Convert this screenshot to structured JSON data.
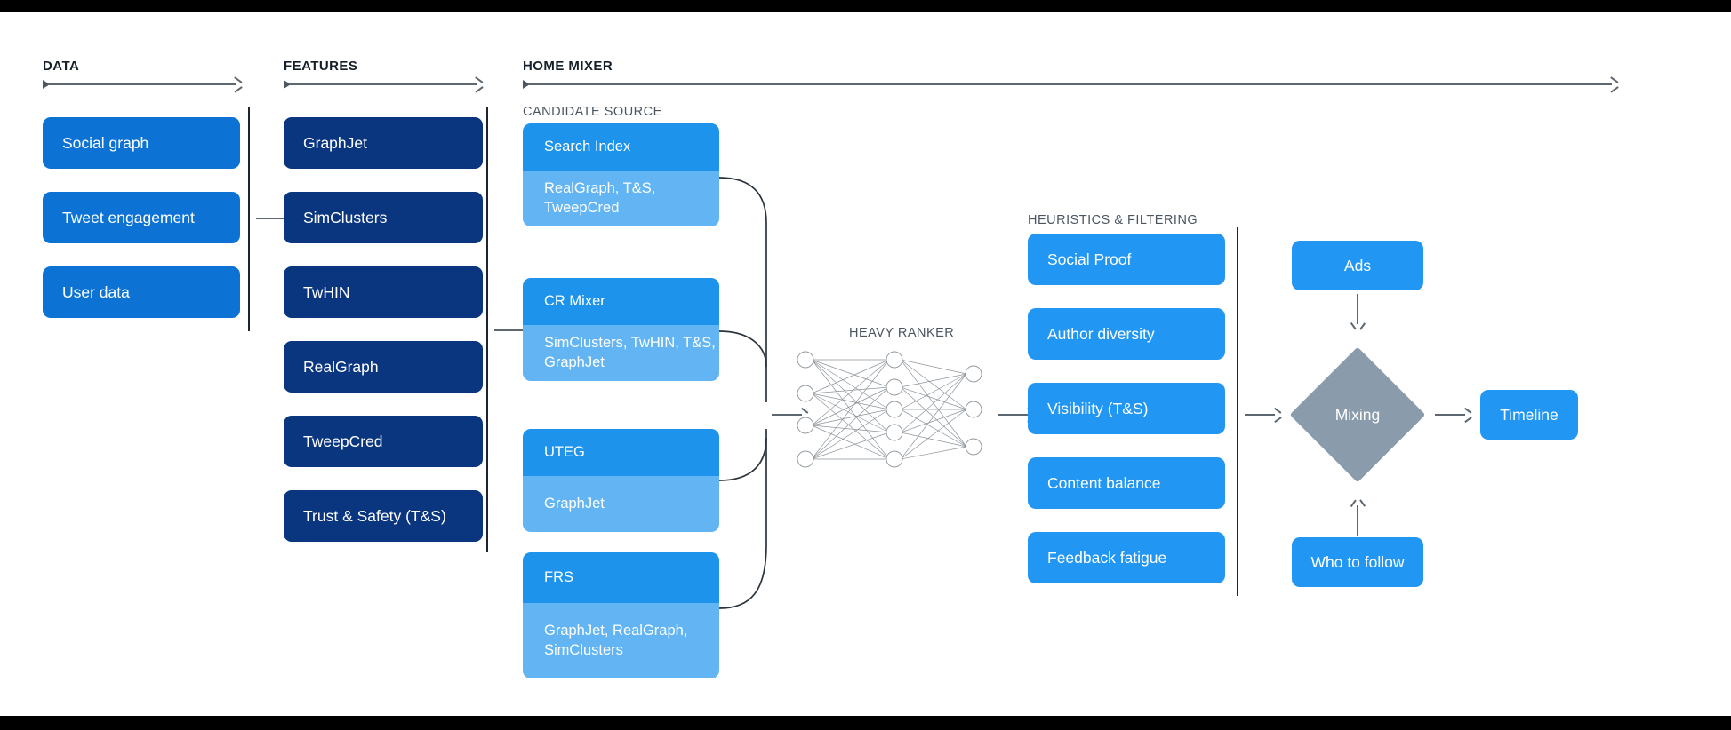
{
  "sections": {
    "data": {
      "title": "DATA"
    },
    "features": {
      "title": "FEATURES"
    },
    "home_mixer": {
      "title": "HOME MIXER"
    },
    "candidate_source": {
      "title": "CANDIDATE SOURCE"
    },
    "heavy_ranker": {
      "title": "HEAVY RANKER"
    },
    "heuristics": {
      "title": "HEURISTICS & FILTERING"
    }
  },
  "data_boxes": [
    {
      "label": "Social graph"
    },
    {
      "label": "Tweet engagement"
    },
    {
      "label": "User data"
    }
  ],
  "feature_boxes": [
    {
      "label": "GraphJet"
    },
    {
      "label": "SimClusters"
    },
    {
      "label": "TwHIN"
    },
    {
      "label": "RealGraph"
    },
    {
      "label": "TweepCred"
    },
    {
      "label": "Trust & Safety (T&S)"
    }
  ],
  "candidate_sources": [
    {
      "title": "Search Index",
      "features": "RealGraph, T&S, TweepCred"
    },
    {
      "title": "CR Mixer",
      "features": "SimClusters, TwHIN, T&S, GraphJet"
    },
    {
      "title": "UTEG",
      "features": "GraphJet"
    },
    {
      "title": "FRS",
      "features": "GraphJet, RealGraph, SimClusters"
    }
  ],
  "heuristics_boxes": [
    {
      "label": "Social Proof"
    },
    {
      "label": "Author diversity"
    },
    {
      "label": "Visibility (T&S)"
    },
    {
      "label": "Content balance"
    },
    {
      "label": "Feedback fatigue"
    }
  ],
  "output": {
    "ads": "Ads",
    "mixing": "Mixing",
    "who_to_follow": "Who to follow",
    "timeline": "Timeline"
  },
  "network": {
    "input_nodes": 4,
    "hidden_nodes": 5,
    "output_nodes": 3
  },
  "colors": {
    "data_blue": "#0c72d4",
    "feature_navy": "#0a357f",
    "card_header_blue": "#1d93ec",
    "card_body_blue": "#62b5f2",
    "heuristic_blue": "#2196f3",
    "mixing_gray": "#8a9bab",
    "line_gray": "#5d6770",
    "background": "#ffffff"
  }
}
